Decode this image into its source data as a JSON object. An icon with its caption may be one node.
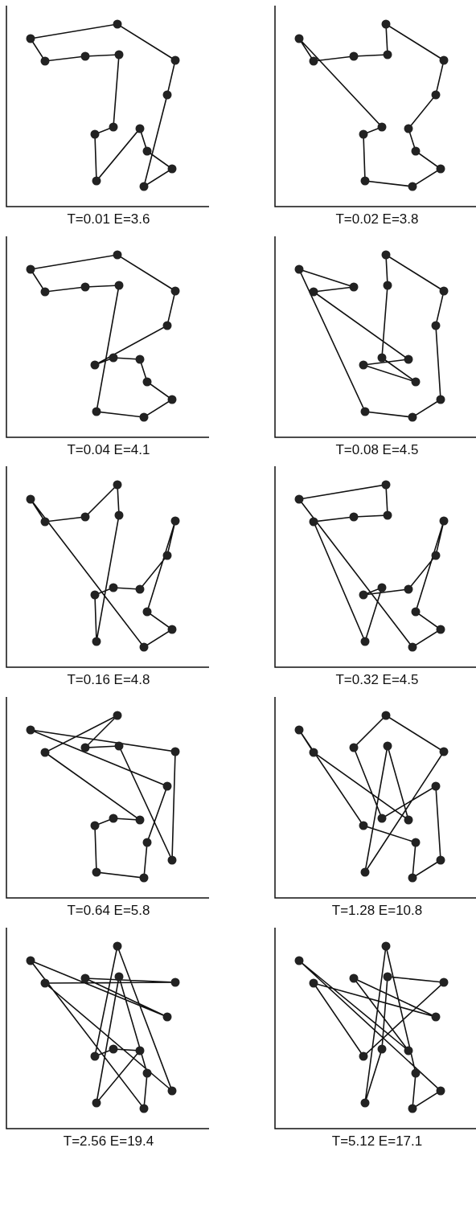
{
  "diagram": {
    "nodes": [
      {
        "text": [
          "T=0.01 E=3.6"
        ]
      },
      {
        "text": [
          "T=0.02 E=3.8"
        ]
      },
      {
        "text": [
          "T=0.04 E=4.1"
        ]
      },
      {
        "text": [
          "T=0.08 E=4.5"
        ]
      },
      {
        "text": [
          "T=0.16 E=4.8"
        ]
      },
      {
        "text": [
          "T=0.32 E=4.5"
        ]
      },
      {
        "text": [
          "T=0.64 E=5.8"
        ]
      },
      {
        "text": [
          "T=1.28 E=10.8"
        ]
      },
      {
        "text": [
          "T=2.56 E=19.4"
        ]
      },
      {
        "text": [
          "T=5.12 E=17.1"
        ]
      }
    ]
  }
}
